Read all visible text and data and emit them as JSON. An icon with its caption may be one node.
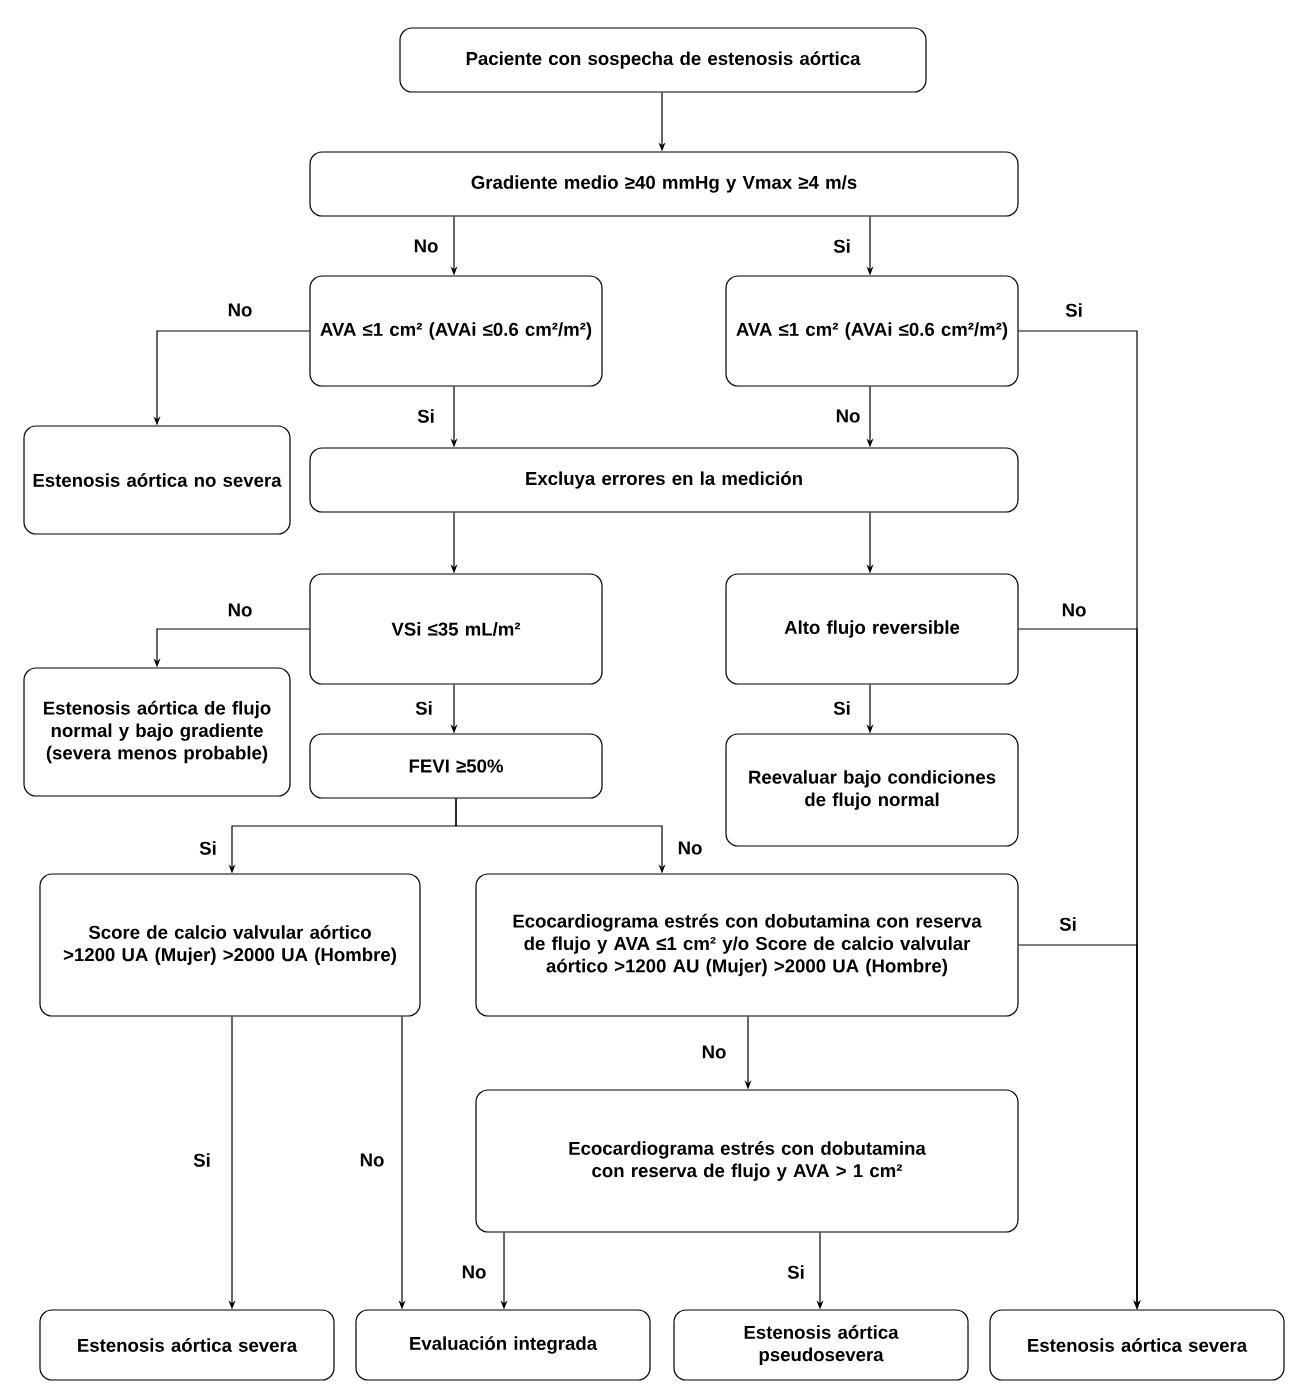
{
  "diagram": {
    "nodes": [
      {
        "text": [
          "Paciente con sospecha de estenosis aórtica"
        ]
      },
      {
        "text": [
          "Gradiente medio ≥40 mmHg y Vmax ≥4 m/s"
        ]
      },
      {
        "text": [
          "AVA ≤1 cm² (AVAi ≤0.6 cm²/m²)"
        ]
      },
      {
        "text": [
          "AVA ≤1 cm² (AVAi ≤0.6 cm²/m²)"
        ]
      },
      {
        "text": [
          "Estenosis aórtica no severa"
        ]
      },
      {
        "text": [
          "Excluya errores en la medición"
        ]
      },
      {
        "text": [
          "VSi ≤35 mL/m²"
        ]
      },
      {
        "text": [
          "Alto flujo reversible"
        ]
      },
      {
        "text": [
          "Estenosis aórtica de flujo normal y bajo gradiente (severa menos probable)"
        ]
      },
      {
        "text": [
          "FEVI  ≥50%"
        ]
      },
      {
        "text": [
          "Reevaluar bajo condiciones de flujo normal"
        ]
      },
      {
        "text": [
          "Score de calcio valvular aórtico >1200 UA (Mujer) >2000 UA (Hombre)"
        ]
      },
      {
        "text": [
          "Ecocardiograma estrés con dobutamina con reserva de flujo y  AVA ≤1 cm² y/o Score de calcio valvular aórtico >1200 AU (Mujer) >2000 UA (Hombre)"
        ]
      },
      {
        "text": [
          "Ecocardiograma estrés con dobutamina con reserva de flujo y  AVA > 1 cm²"
        ]
      },
      {
        "text": [
          "Estenosis aórtica severa"
        ]
      },
      {
        "text": [
          "Evaluación integrada"
        ]
      },
      {
        "text": [
          "Estenosis aórtica pseudosevera"
        ]
      },
      {
        "text": [
          "Estenosis aórtica severa"
        ]
      }
    ],
    "edges": [
      {
        "from": 0,
        "to": 1,
        "arrow": "to"
      },
      {
        "from": 1,
        "to": 2,
        "arrow": "to",
        "label": "No"
      },
      {
        "from": 1,
        "to": 3,
        "arrow": "to",
        "label": "Si"
      },
      {
        "from": 2,
        "to": 4,
        "arrow": "to",
        "label": "No"
      },
      {
        "from": 2,
        "to": 5,
        "arrow": "to",
        "label": "Si"
      },
      {
        "from": 3,
        "to": 5,
        "arrow": "to",
        "label": "No"
      },
      {
        "from": 3,
        "to": 17,
        "arrow": "to",
        "label": "Si"
      },
      {
        "from": 5,
        "to": 6,
        "arrow": "to"
      },
      {
        "from": 5,
        "to": 7,
        "arrow": "to"
      },
      {
        "from": 6,
        "to": 8,
        "arrow": "to",
        "label": "No"
      },
      {
        "from": 6,
        "to": 9,
        "arrow": "to",
        "label": "Si"
      },
      {
        "from": 7,
        "to": 17,
        "arrow": "to",
        "label": "No"
      },
      {
        "from": 7,
        "to": 10,
        "arrow": "to",
        "label": "Si"
      },
      {
        "from": 9,
        "to": 11,
        "arrow": "to",
        "label": "Si"
      },
      {
        "from": 9,
        "to": 12,
        "arrow": "to",
        "label": "No"
      },
      {
        "from": 12,
        "to": 17,
        "arrow": "to",
        "label": "Si"
      },
      {
        "from": 11,
        "to": 14,
        "arrow": "to",
        "label": "Si"
      },
      {
        "from": 11,
        "to": 15,
        "arrow": "to",
        "label": "No"
      },
      {
        "from": 12,
        "to": 13,
        "arrow": "to",
        "label": "No"
      },
      {
        "from": 13,
        "to": 15,
        "arrow": "to",
        "label": "No"
      },
      {
        "from": 13,
        "to": 16,
        "arrow": "to",
        "label": "Si"
      }
    ]
  }
}
